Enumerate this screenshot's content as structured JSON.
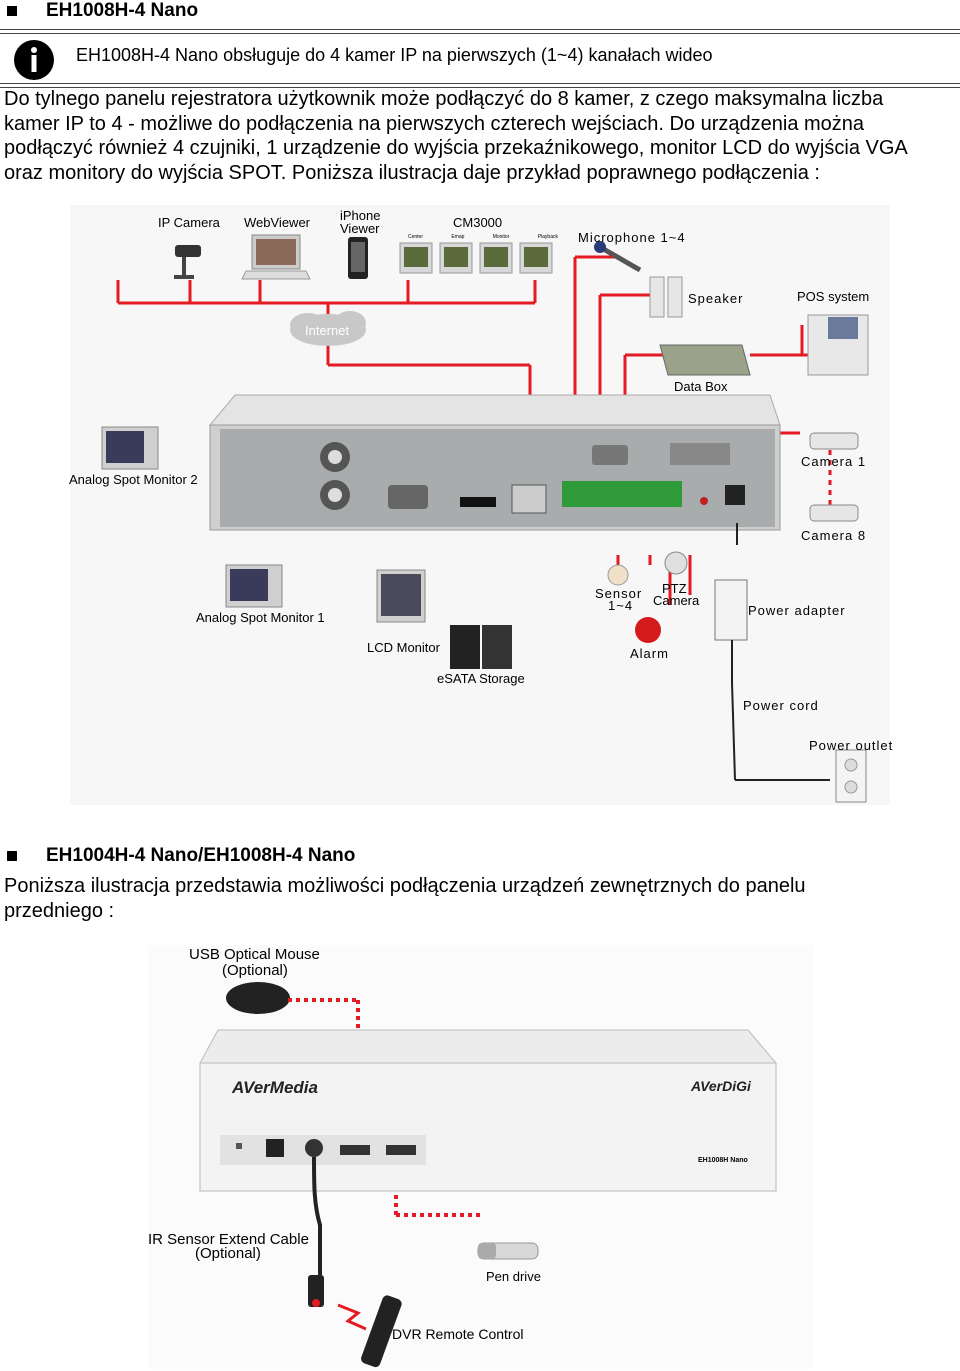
{
  "section1": {
    "heading": "EH1008H-4 Nano",
    "note": "EH1008H-4 Nano obsługuje do 4 kamer IP na pierwszych (1~4) kanałach wideo",
    "paragraph": [
      "Do tylnego panelu rejestratora użytkownik może podłączyć do 8 kamer, z czego maksymalna liczba",
      "kamer IP to 4 - możliwe do podłączenia na pierwszych czterech wejściach. Do urządzenia można",
      "podłączyć również 4 czujniki, 1 urządzenie do wyjścia przekaźnikowego, monitor LCD do wyjścia VGA",
      "oraz monitory do wyjścia SPOT. Poniższa ilustracja daje przykład poprawnego podłączenia :"
    ]
  },
  "rear_diagram": {
    "labels": {
      "ip_camera": "IP Camera",
      "webviewer": "WebViewer",
      "iphone_viewer_1": "iPhone",
      "iphone_viewer_2": "Viewer",
      "cm3000": "CM3000",
      "microphone": "Microphone 1~4",
      "speaker": "Speaker",
      "pos_system": "POS system",
      "internet": "Internet",
      "data_box": "Data Box",
      "analog_spot_2": "Analog Spot Monitor 2",
      "camera_1": "Camera 1",
      "camera_8": "Camera 8",
      "analog_spot_1": "Analog Spot Monitor 1",
      "lcd_monitor": "LCD Monitor",
      "esata_storage": "eSATA Storage",
      "sensor_1": "Sensor",
      "sensor_2": "1~4",
      "ptz_1": "PTZ",
      "ptz_2": "Camera",
      "alarm": "Alarm",
      "power_adapter": "Power adapter",
      "power_cord": "Power cord",
      "power_outlet": "Power outlet"
    },
    "cm3000_tabs": [
      "Center",
      "Emap",
      "Monitor",
      "Playback"
    ]
  },
  "section2": {
    "heading": "EH1004H-4 Nano/EH1008H-4 Nano",
    "paragraph": [
      "Poniższa ilustracja przedstawia możliwości podłączenia urządzeń zewnętrznych do panelu",
      "przedniego :"
    ]
  },
  "front_diagram": {
    "labels": {
      "usb_mouse_1": "USB Optical Mouse",
      "usb_mouse_2": "(Optional)",
      "ir_sensor_1": "IR Sensor Extend Cable",
      "ir_sensor_2": "(Optional)",
      "pen_drive": "Pen drive",
      "dvr_remote": "DVR Remote Control"
    },
    "logo_left": "AVerMedia",
    "logo_right": "AVerDiGi",
    "model": "EH1008H Nano"
  },
  "colors": {
    "accent_line": "#e31b23",
    "rule": "#555555"
  }
}
